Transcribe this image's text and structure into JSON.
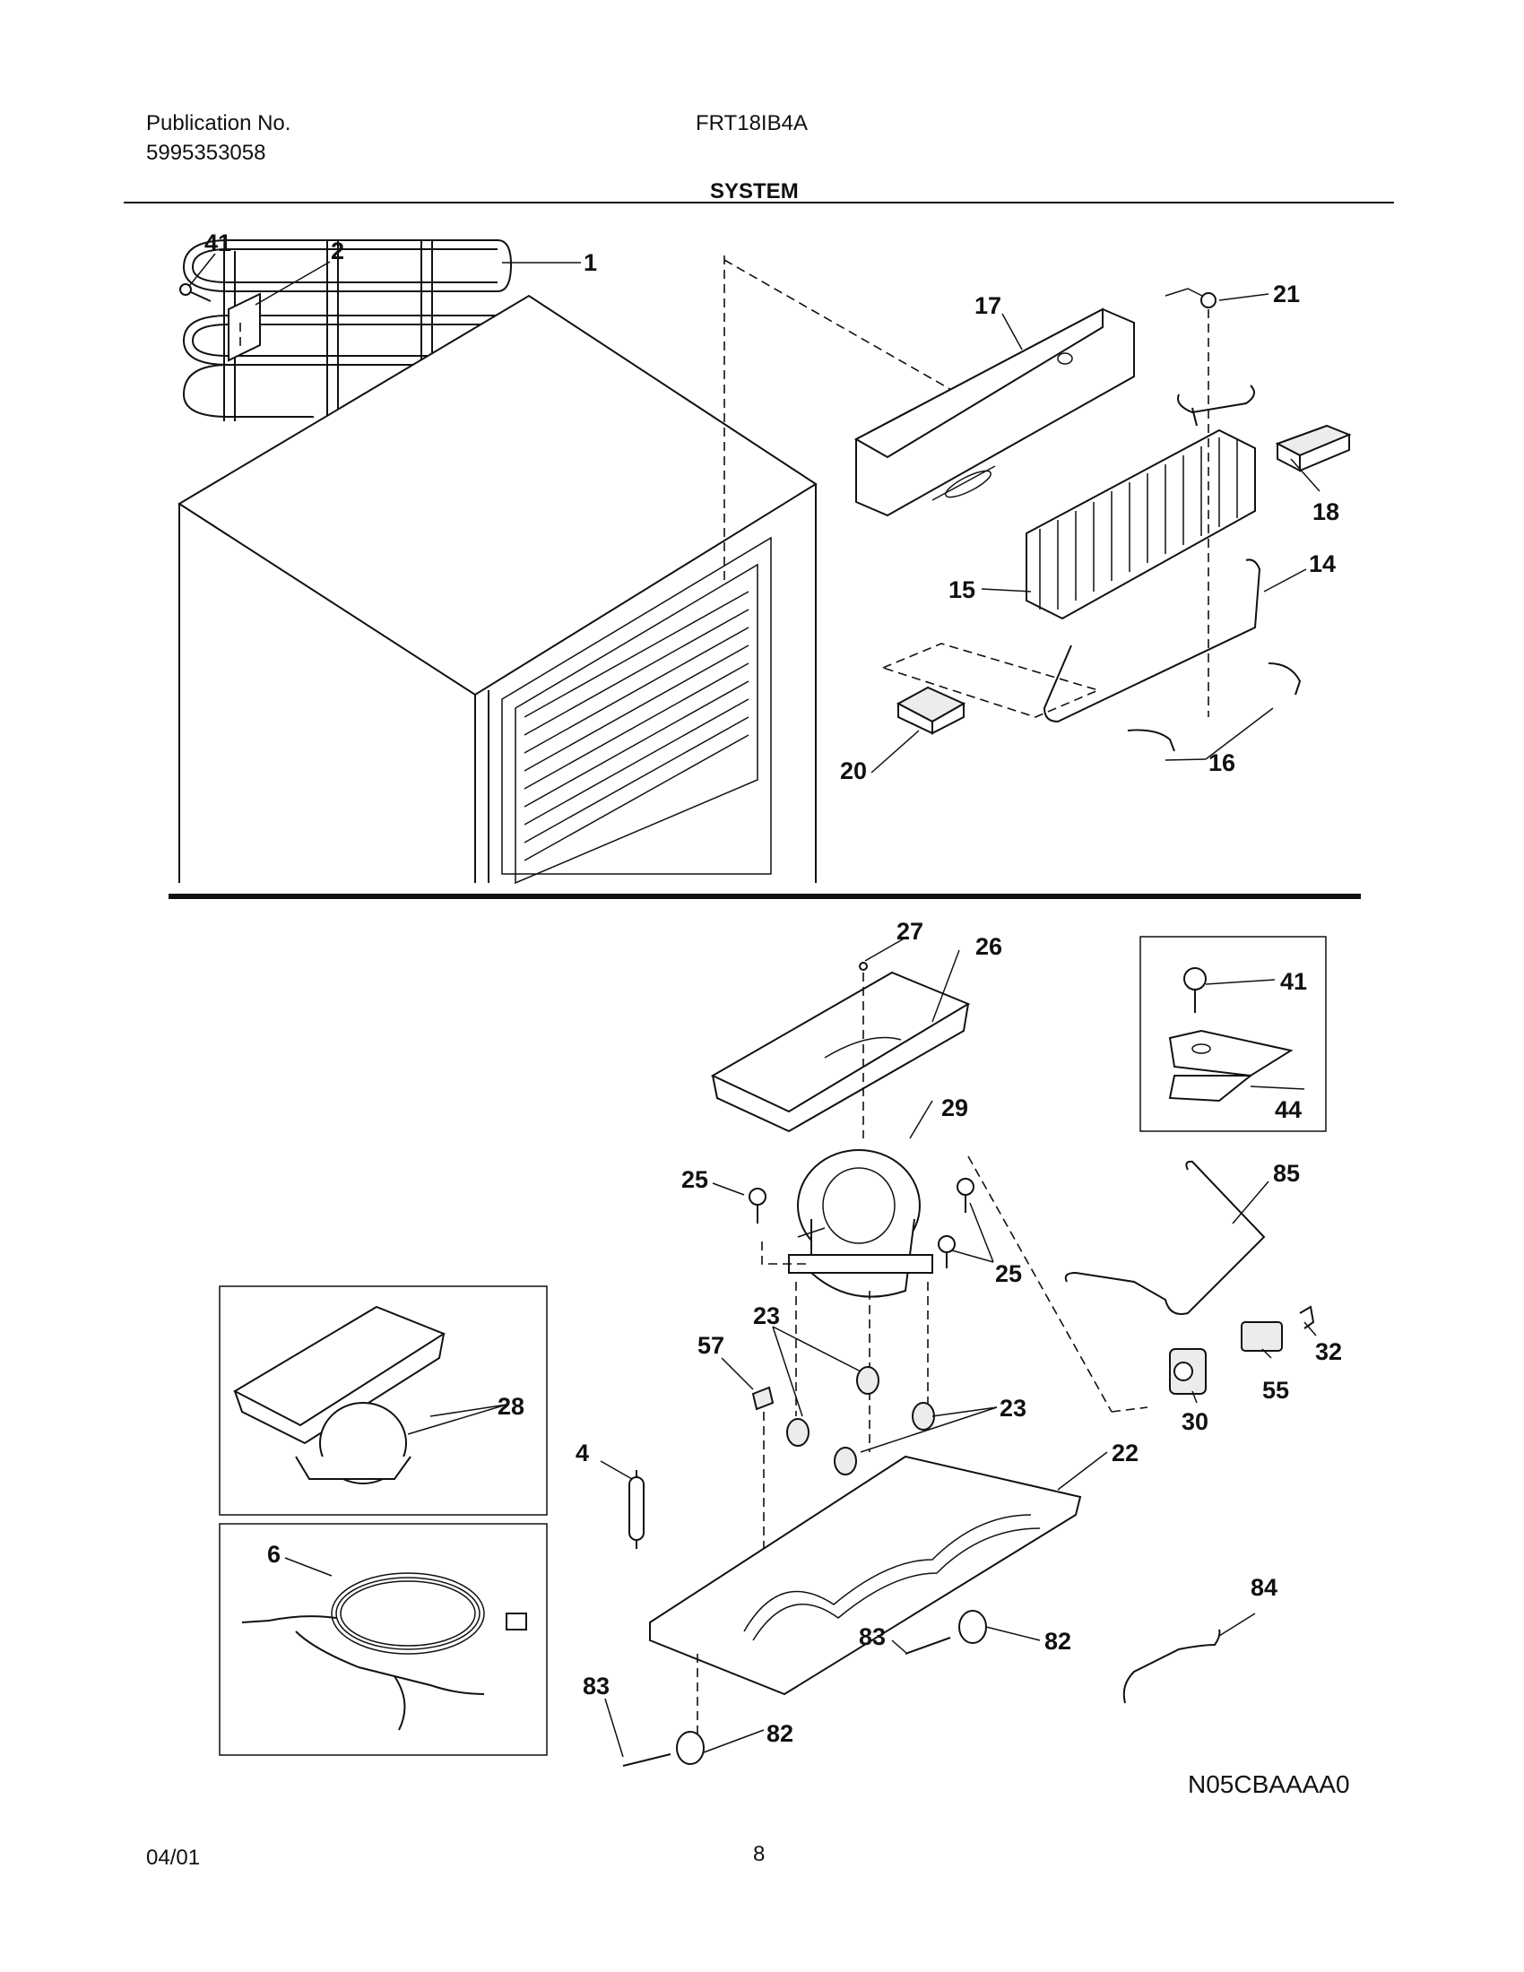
{
  "header": {
    "publication_label": "Publication No.",
    "publication_number": "5995353058",
    "model": "FRT18IB4A",
    "section_title": "SYSTEM"
  },
  "footer": {
    "date": "04/01",
    "page_number": "8",
    "diagram_code": "N05CBAAAA0"
  },
  "callouts": {
    "p1": "1",
    "p2": "2",
    "p41a": "41",
    "p17": "17",
    "p21": "21",
    "p18": "18",
    "p14": "14",
    "p15": "15",
    "p16": "16",
    "p20": "20",
    "p27": "27",
    "p26": "26",
    "p41b": "41",
    "p44": "44",
    "p29": "29",
    "p25a": "25",
    "p25b": "25",
    "p85": "85",
    "p23a": "23",
    "p23b": "23",
    "p57": "57",
    "p28": "28",
    "p32": "32",
    "p55": "55",
    "p30": "30",
    "p4": "4",
    "p22": "22",
    "p6": "6",
    "p84": "84",
    "p83a": "83",
    "p83b": "83",
    "p82a": "82",
    "p82b": "82"
  }
}
